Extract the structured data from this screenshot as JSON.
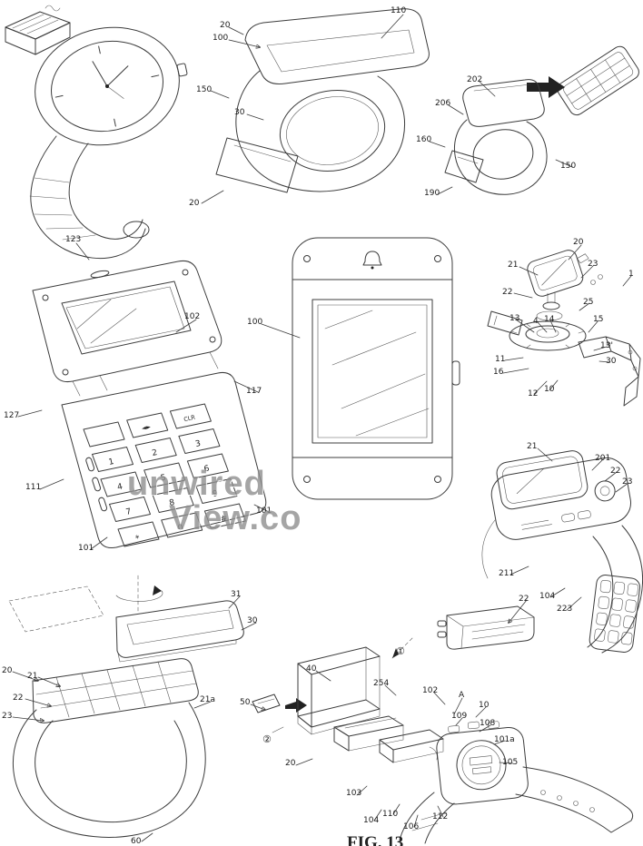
{
  "watermark": {
    "line1": "unwired",
    "line2": "View.co"
  },
  "caption": {
    "figure": "FIG. 13"
  },
  "labels": {
    "ring": {
      "n20top": "20",
      "n100": "100",
      "n150": "150",
      "n30": "30",
      "n110": "110",
      "n20": "20"
    },
    "module": {
      "n202": "202",
      "n206": "206",
      "n160": "160",
      "n150": "150",
      "n190": "190"
    },
    "flip": {
      "n123": "123",
      "n102": "102",
      "n117": "117",
      "n127": "127",
      "n111": "111",
      "n101r": "101",
      "n101b": "101"
    },
    "keypad": {
      "nav": "◄►",
      "clr": "CLR",
      "k1": "1",
      "k2": "2",
      "k3": "3",
      "k4": "4",
      "k5": "5",
      "k6": "6",
      "k7": "7",
      "k8": "8",
      "k9": "9",
      "star": "*",
      "k0": "0",
      "hash": "#"
    },
    "watch": {
      "n100": "100"
    },
    "exploded": {
      "n20": "20",
      "n21": "21",
      "n22": "22",
      "n23": "23",
      "n1": "1",
      "n25": "25",
      "n13": "13",
      "n4": "4",
      "n14": "14",
      "n15": "15",
      "n13p": "13'",
      "n11": "11",
      "n30": "30",
      "n16": "16",
      "n12": "12",
      "n10": "10"
    },
    "wrist": {
      "n21": "21",
      "n201": "201",
      "n22": "22",
      "n23": "23",
      "n211": "211",
      "n22b": "22",
      "n104": "104",
      "n223": "223"
    },
    "slider": {
      "n31": "31",
      "n30": "30",
      "n20": "20",
      "n21": "21",
      "n22": "22",
      "n23": "23",
      "n21a": "21a"
    },
    "assembly": {
      "c1": "①",
      "c2": "②",
      "n40": "40",
      "n50": "50",
      "n254": "254",
      "n102": "102",
      "nA": "A",
      "n10": "10",
      "n109": "109",
      "n108": "108",
      "n101a": "101a",
      "n105": "105",
      "n20": "20",
      "n103": "103",
      "n104": "104",
      "n110": "110",
      "n106": "106",
      "n112": "112"
    },
    "partial": {
      "n60": "60"
    }
  }
}
